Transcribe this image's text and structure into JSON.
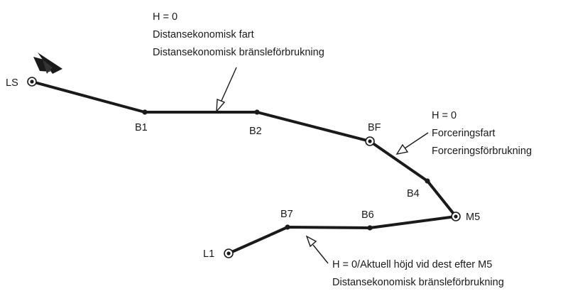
{
  "waypoints": {
    "ls": "LS",
    "b1": "B1",
    "b2": "B2",
    "bf": "BF",
    "b4": "B4",
    "m5": "M5",
    "b6": "B6",
    "b7": "B7",
    "l1": "L1"
  },
  "annotations": {
    "leg1": {
      "line1": "H = 0",
      "line2": "Distansekonomisk fart",
      "line3": "Distansekonomisk bränsleförbrukning"
    },
    "leg2": {
      "line1": "H = 0",
      "line2": "Forceringsfart",
      "line3": "Forceringsförbrukning"
    },
    "leg3": {
      "line1": "H = 0/Aktuell höjd vid dest efter M5",
      "line2": "Distansekonomisk bränsleförbrukning"
    }
  }
}
